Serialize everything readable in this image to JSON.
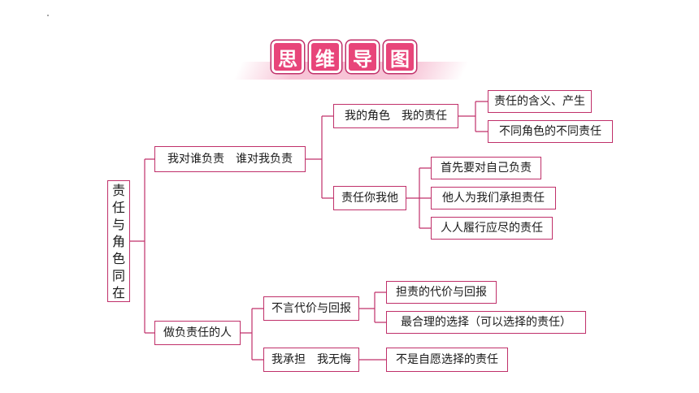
{
  "title": {
    "chars": [
      "思",
      "维",
      "导",
      "图"
    ]
  },
  "colors": {
    "accent": "#e8457a",
    "border": "#c0306a",
    "line": "#c0306a"
  },
  "mindmap": {
    "root": {
      "label": "责任与角色同在"
    },
    "branches": [
      {
        "label": "我对谁负责　谁对我负责",
        "children": [
          {
            "label": "我的角色　我的责任",
            "children": [
              "责任的含义、产生",
              "不同角色的不同责任"
            ]
          },
          {
            "label": "责任你我他",
            "children": [
              "首先要对自己负责",
              "他人为我们承担责任",
              "人人履行应尽的责任"
            ]
          }
        ]
      },
      {
        "label": "做负责任的人",
        "children": [
          {
            "label": "不言代价与回报",
            "children": [
              "担责的代价与回报",
              "最合理的选择（可以选择的责任）"
            ]
          },
          {
            "label": "我承担　我无悔",
            "children": [
              "不是自愿选择的责任"
            ]
          }
        ]
      }
    ]
  }
}
